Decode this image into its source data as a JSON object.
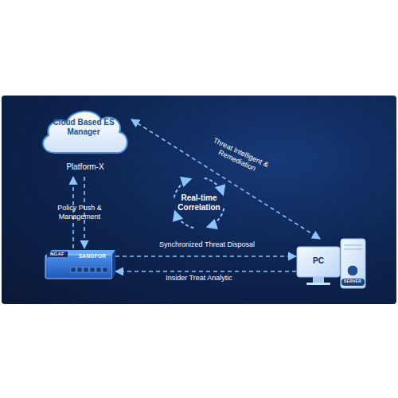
{
  "diagram": {
    "nodes": [
      {
        "text": [
          "Cloud Based ES Manager",
          "Platform-X"
        ]
      },
      {
        "text": [
          "SANGFOR",
          "NGAF"
        ]
      },
      {
        "text": [
          "PC",
          "SERVER"
        ]
      },
      {
        "text": [
          "Real-time Correlation"
        ]
      }
    ],
    "edges": [
      {
        "from": 1,
        "to": 0,
        "arrow": "to",
        "label": "Policy Push & Management"
      },
      {
        "from": 0,
        "to": 1,
        "arrow": "to"
      },
      {
        "from": 0,
        "to": 2,
        "arrow": "both",
        "label": "Threat Intelligent & Remediation"
      },
      {
        "from": 1,
        "to": 2,
        "arrow": "to",
        "label": "Synchronized Threat Disposal"
      },
      {
        "from": 2,
        "to": 1,
        "arrow": "to",
        "label": "Insider Treat Analytic"
      }
    ]
  }
}
